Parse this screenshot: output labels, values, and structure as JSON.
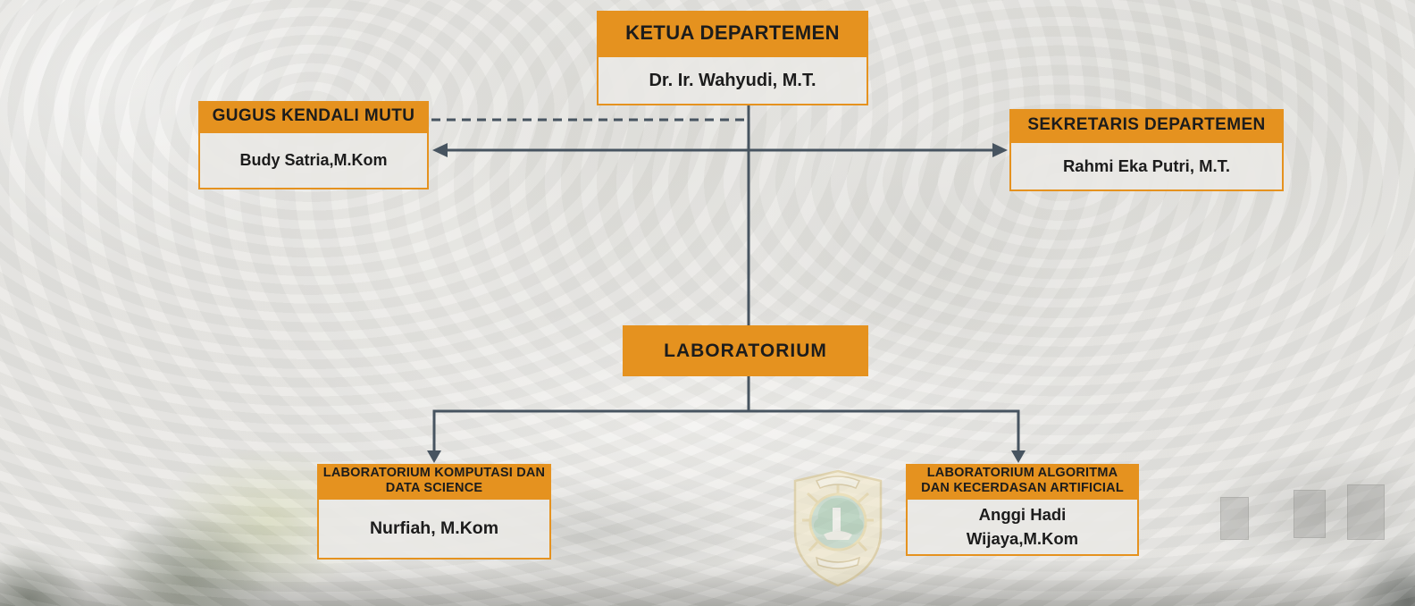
{
  "colors": {
    "header_bg": "#E5921F",
    "box_border": "#E5921F",
    "box_bg": "rgba(233,232,229,0.92)",
    "line": "#475460",
    "text_dark": "#1C1C1C"
  },
  "nodes": {
    "ketua": {
      "title": "KETUA DEPARTEMEN",
      "person": "Dr. Ir. Wahyudi, M.T."
    },
    "gugus_kendali_mutu": {
      "title": "GUGUS KENDALI MUTU",
      "person": "Budy Satria,M.Kom"
    },
    "sekretaris": {
      "title": "SEKRETARIS DEPARTEMEN",
      "person": "Rahmi Eka Putri, M.T."
    },
    "laboratorium": {
      "title": "LABORATORIUM"
    },
    "lab_komputasi": {
      "title_line1": "LABORATORIUM KOMPUTASI DAN",
      "title_line2": "DATA SCIENCE",
      "person": "Nurfiah, M.Kom"
    },
    "lab_algoritma": {
      "title_line1": "LABORATORIUM ALGORITMA",
      "title_line2": "DAN KECERDASAN ARTIFICIAL",
      "person": "Anggi Hadi Wijaya,M.Kom"
    }
  }
}
